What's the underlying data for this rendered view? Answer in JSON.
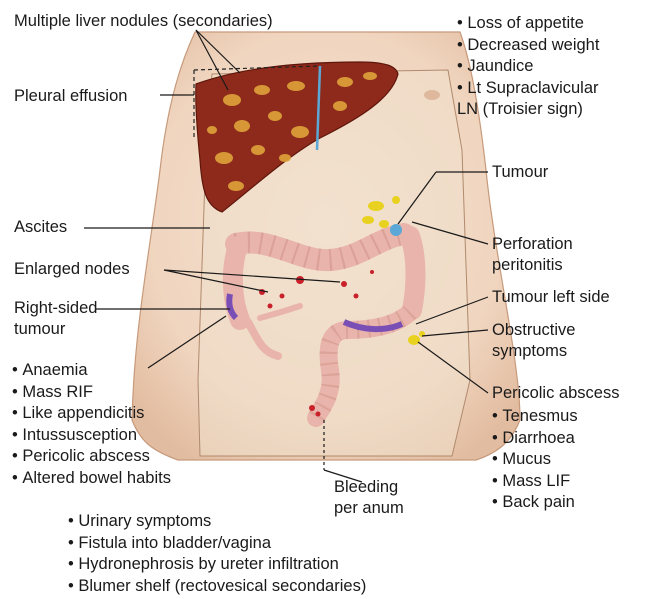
{
  "labels": {
    "liver_nodules": "Multiple liver nodules (secondaries)",
    "pleural_effusion": "Pleural effusion",
    "ascites": "Ascites",
    "enlarged_nodes": "Enlarged nodes",
    "right_sided_tumour_l1": "Right-sided",
    "right_sided_tumour_l2": "tumour",
    "tumour": "Tumour",
    "perforation_l1": "Perforation",
    "perforation_l2": "peritonitis",
    "tumour_left_side": "Tumour left side",
    "obstructive_l1": "Obstructive",
    "obstructive_l2": "symptoms",
    "pericolic_abscess": "Pericolic abscess",
    "bleeding_l1": "Bleeding",
    "bleeding_l2": "per anum"
  },
  "general_signs": [
    "Loss of appetite",
    "Decreased weight",
    "Jaundice",
    "Lt  Supraclavicular"
  ],
  "general_signs_cont": "LN (Troisier sign)",
  "right_tumour_features": [
    "Anaemia",
    "Mass RIF",
    "Like appendicitis",
    "Intussusception",
    "Pericolic abscess",
    "Altered bowel habits"
  ],
  "left_tumour_features": [
    "Tenesmus",
    "Diarrhoea",
    "Mucus",
    "Mass LIF",
    "Back pain"
  ],
  "local_spread_features": [
    "Urinary symptoms",
    "Fistula into bladder/vagina",
    "Hydronephrosis by ureter infiltration",
    "Blumer shelf (rectovesical secondaries)"
  ],
  "colors": {
    "skin": "#f2d9c3",
    "liver": "#8e2a1b",
    "liver_nodule": "#e0a33a",
    "colon": "#e9b4ab",
    "tumour_purple": "#7a4fb5",
    "tumour_yellow": "#e8d21f"
  }
}
